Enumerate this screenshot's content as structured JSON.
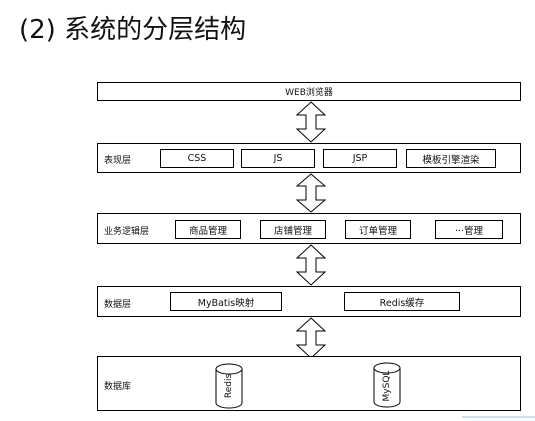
{
  "title": "(2) 系统的分层结构",
  "browser": {
    "label": "WEB浏览器"
  },
  "presentation": {
    "label": "表现层",
    "items": [
      "CSS",
      "JS",
      "JSP",
      "模板引擎渲染"
    ]
  },
  "business": {
    "label": "业务逻辑层",
    "items": [
      "商品管理",
      "店铺管理",
      "订单管理",
      "···管理"
    ]
  },
  "data_layer": {
    "label": "数据层",
    "items": [
      "MyBatis映射",
      "Redis缓存"
    ]
  },
  "database": {
    "label": "数据库",
    "items": [
      "Redis",
      "MySQL"
    ]
  },
  "icons": {
    "arrows": "double-headed-vertical-arrow-icon",
    "stores": "database-cylinder-icon"
  }
}
